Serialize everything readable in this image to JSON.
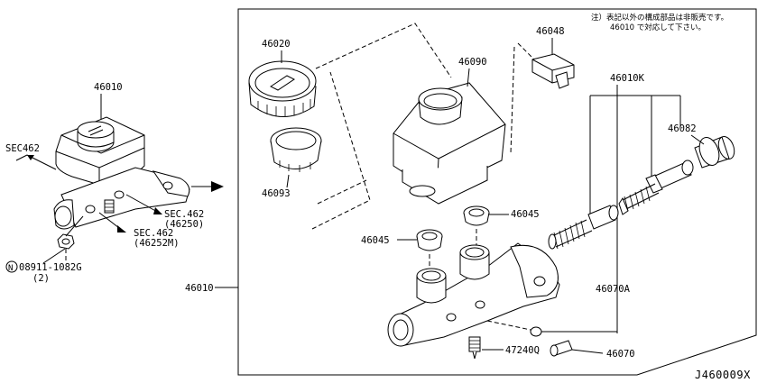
{
  "diagram_code": "J460009X",
  "note": {
    "line1": "注）表記以外の構成部品は非販売です。",
    "line2": "46010 で対応して下さい。"
  },
  "left_assembly": {
    "part_number": "46010",
    "sec_main": "SEC462",
    "sec_1": "SEC.462",
    "sec_1_ref": "(46250)",
    "sec_2": "SEC.462",
    "sec_2_ref": "(46252M)",
    "nut_symbol": "N",
    "nut_part": "08911-1082G",
    "nut_qty": "(2)"
  },
  "box_label": "46010",
  "parts": {
    "p46020": "46020",
    "p46093": "46093",
    "p46090": "46090",
    "p46048": "46048",
    "p46010K": "46010K",
    "p46082": "46082",
    "p46045_right": "46045",
    "p46045_left": "46045",
    "p46070A": "46070A",
    "p47240Q": "47240Q",
    "p46070": "46070"
  }
}
